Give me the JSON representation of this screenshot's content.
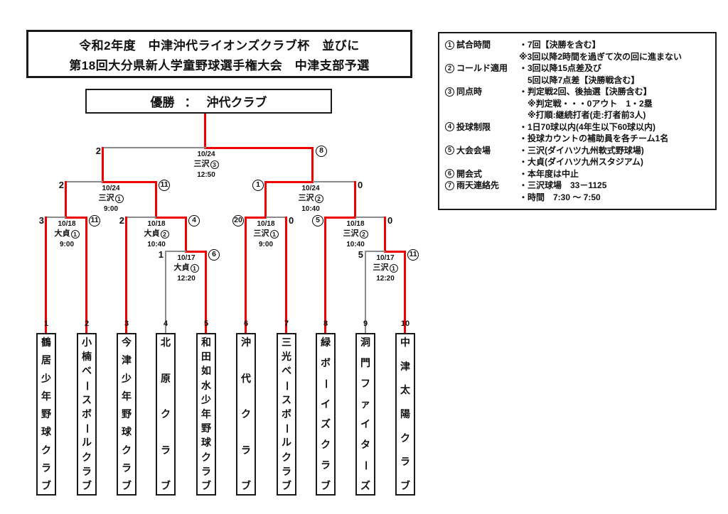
{
  "title": {
    "line1": "令和2年度　中津沖代ライオンズクラブ杯　並びに",
    "line2": "第18回大分県新人学童野球選手権大会　中津支部予選"
  },
  "champion": {
    "label": "優勝",
    "sep": "：",
    "name": "沖代クラブ"
  },
  "teams": [
    {
      "seed": "1",
      "name": "鶴居少年野球クラブ"
    },
    {
      "seed": "2",
      "name": "小楠ベースボールクラブ"
    },
    {
      "seed": "3",
      "name": "今津少年野球クラブ"
    },
    {
      "seed": "4",
      "name": "北原クラブ"
    },
    {
      "seed": "5",
      "name": "和田如水少年野球クラブ"
    },
    {
      "seed": "6",
      "name": "沖代クラブ"
    },
    {
      "seed": "7",
      "name": "三光ベースボールクラブ"
    },
    {
      "seed": "8",
      "name": "緑ボーイズクラブ"
    },
    {
      "seed": "9",
      "name": "洞門ファイターズ"
    },
    {
      "seed": "10",
      "name": "中津太陽クラブ"
    }
  ],
  "matches": {
    "final": {
      "date": "10/24",
      "venue": "三沢",
      "court": "3",
      "time": "12:50",
      "left": {
        "value": "2",
        "circled": false
      },
      "right": {
        "value": "8",
        "circled": true
      }
    },
    "sf1": {
      "date": "10/24",
      "venue": "三沢",
      "court": "1",
      "time": "9:00",
      "left": {
        "value": "2",
        "circled": false
      },
      "right": {
        "value": "11",
        "circled": true
      }
    },
    "sf2": {
      "date": "10/24",
      "venue": "三沢",
      "court": "2",
      "time": "10:40",
      "left": {
        "value": "1",
        "circled": true
      },
      "right": {
        "value": "0",
        "circled": false
      }
    },
    "qf1": {
      "date": "10/18",
      "venue": "大貞",
      "court": "1",
      "time": "9:00",
      "left": {
        "value": "3",
        "circled": false
      },
      "right": {
        "value": "11",
        "circled": true
      }
    },
    "qf2": {
      "date": "10/18",
      "venue": "大貞",
      "court": "2",
      "time": "10:40",
      "left": {
        "value": "2",
        "circled": false
      },
      "right": {
        "value": "4",
        "circled": true
      }
    },
    "qf3": {
      "date": "10/18",
      "venue": "三沢",
      "court": "1",
      "time": "9:00",
      "left": {
        "value": "20",
        "circled": true
      },
      "right": {
        "value": "0",
        "circled": false
      }
    },
    "qf4": {
      "date": "10/18",
      "venue": "三沢",
      "court": "2",
      "time": "10:40",
      "left": {
        "value": "5",
        "circled": true
      },
      "right": {
        "value": "0",
        "circled": false
      }
    },
    "r1a": {
      "date": "10/17",
      "venue": "大貞",
      "court": "1",
      "time": "12:20",
      "left": {
        "value": "1",
        "circled": false
      },
      "right": {
        "value": "6",
        "circled": true
      }
    },
    "r1b": {
      "date": "10/17",
      "venue": "三沢",
      "court": "1",
      "time": "12:20",
      "left": {
        "value": "5",
        "circled": false
      },
      "right": {
        "value": "11",
        "circled": true
      }
    }
  },
  "rules": {
    "items": [
      {
        "num": "1",
        "label": "試合時間",
        "lines": [
          "・7回【決勝を含む】",
          "※3回以降2時間を過ぎて次の回に進まない"
        ]
      },
      {
        "num": "2",
        "label": "コールド適用",
        "lines": [
          "・3回以降15点差及び",
          "　5回以降7点差【決勝戦含む】"
        ]
      },
      {
        "num": "3",
        "label": "同点時",
        "lines": [
          "・判定戦2回、後抽選【決勝含む】",
          "　※判定戦・・・0アウト　1・2塁",
          "　※打順:継続打者(走:打者前3人)"
        ]
      },
      {
        "num": "4",
        "label": "投球制限",
        "lines": [
          "・1日70球以内(4年生以下60球以内)",
          "・投球カウントの補助員を各チーム1名"
        ]
      },
      {
        "num": "5",
        "label": "大会会場",
        "lines": [
          "・三沢(ダイハツ九州軟式野球場)",
          "・大貞(ダイハツ九州スタジアム)"
        ]
      },
      {
        "num": "6",
        "label": "開会式",
        "lines": [
          "・本年度は中止"
        ]
      },
      {
        "num": "7",
        "label": "雨天連絡先",
        "lines": [
          "・三沢球場　33－1125",
          "・時間　7:30 ～ 7:50"
        ]
      }
    ]
  },
  "colors": {
    "winner_path": "#ee0000",
    "line_gray": "#8c8c8c"
  }
}
